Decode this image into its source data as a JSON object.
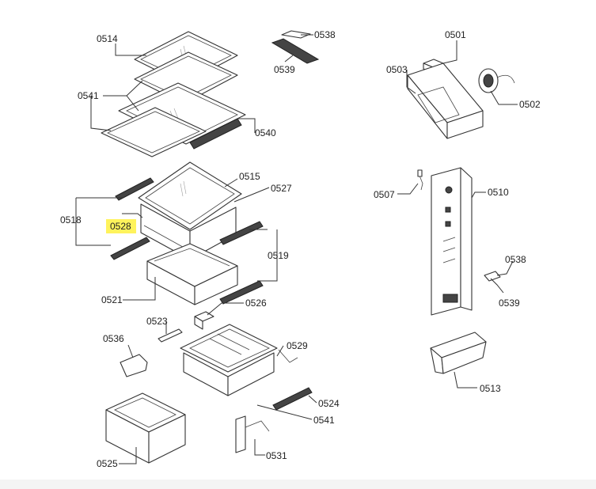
{
  "highlight_color": "#fff35c",
  "labels": {
    "p0514": "0514",
    "p0538a": "0538",
    "p0539a": "0539",
    "p0541a": "0541",
    "p0540": "0540",
    "p0515": "0515",
    "p0527": "0527",
    "p0518": "0518",
    "p0528": "0528",
    "p0519": "0519",
    "p0521": "0521",
    "p0526": "0526",
    "p0523": "0523",
    "p0536": "0536",
    "p0529": "0529",
    "p0524": "0524",
    "p0541b": "0541",
    "p0525": "0525",
    "p0531": "0531",
    "p0501": "0501",
    "p0503": "0503",
    "p0502": "0502",
    "p0507": "0507",
    "p0510": "0510",
    "p0538b": "0538",
    "p0539b": "0539",
    "p0513": "0513"
  }
}
